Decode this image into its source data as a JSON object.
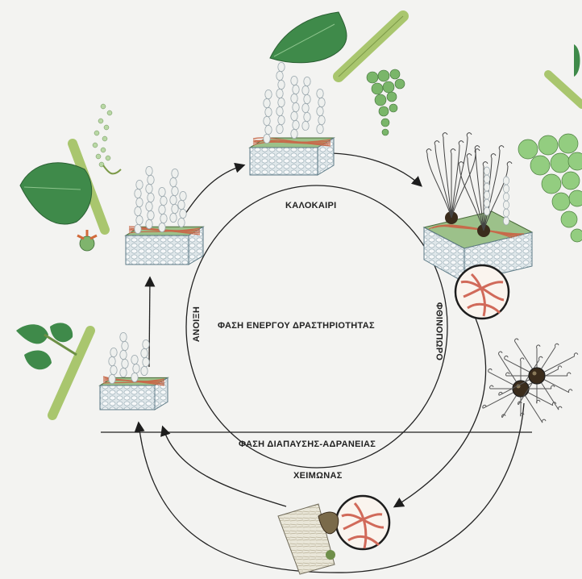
{
  "labels": {
    "summer": "ΚΑΛΟΚΑΙΡΙ",
    "spring": "ΑΝΟΙΞΗ",
    "autumn": "ΦΘΙΝΟΠΩΡΟ",
    "winter": "ΧΕΙΜΩΝΑΣ",
    "active_phase": "ΦΑΣΗ ΕΝΕΡΓΟΥ ΔΡΑΣΤΗΡΙΟΤΗΤΑΣ",
    "dormant_phase": "ΦΑΣΗ ΔΙΑΠΑΥΣΗΣ-ΑΔΡΑΝΕΙΑΣ"
  },
  "colors": {
    "background": "#f3f3f1",
    "leaf": "#3f8a4a",
    "grape": "#8ec77a",
    "stem": "#a6c56a",
    "tissue_top": "#9cc18a",
    "hyphae": "#c76a4b",
    "spore": "#eef0ee",
    "cleistothecium": "#3a2c1c"
  }
}
